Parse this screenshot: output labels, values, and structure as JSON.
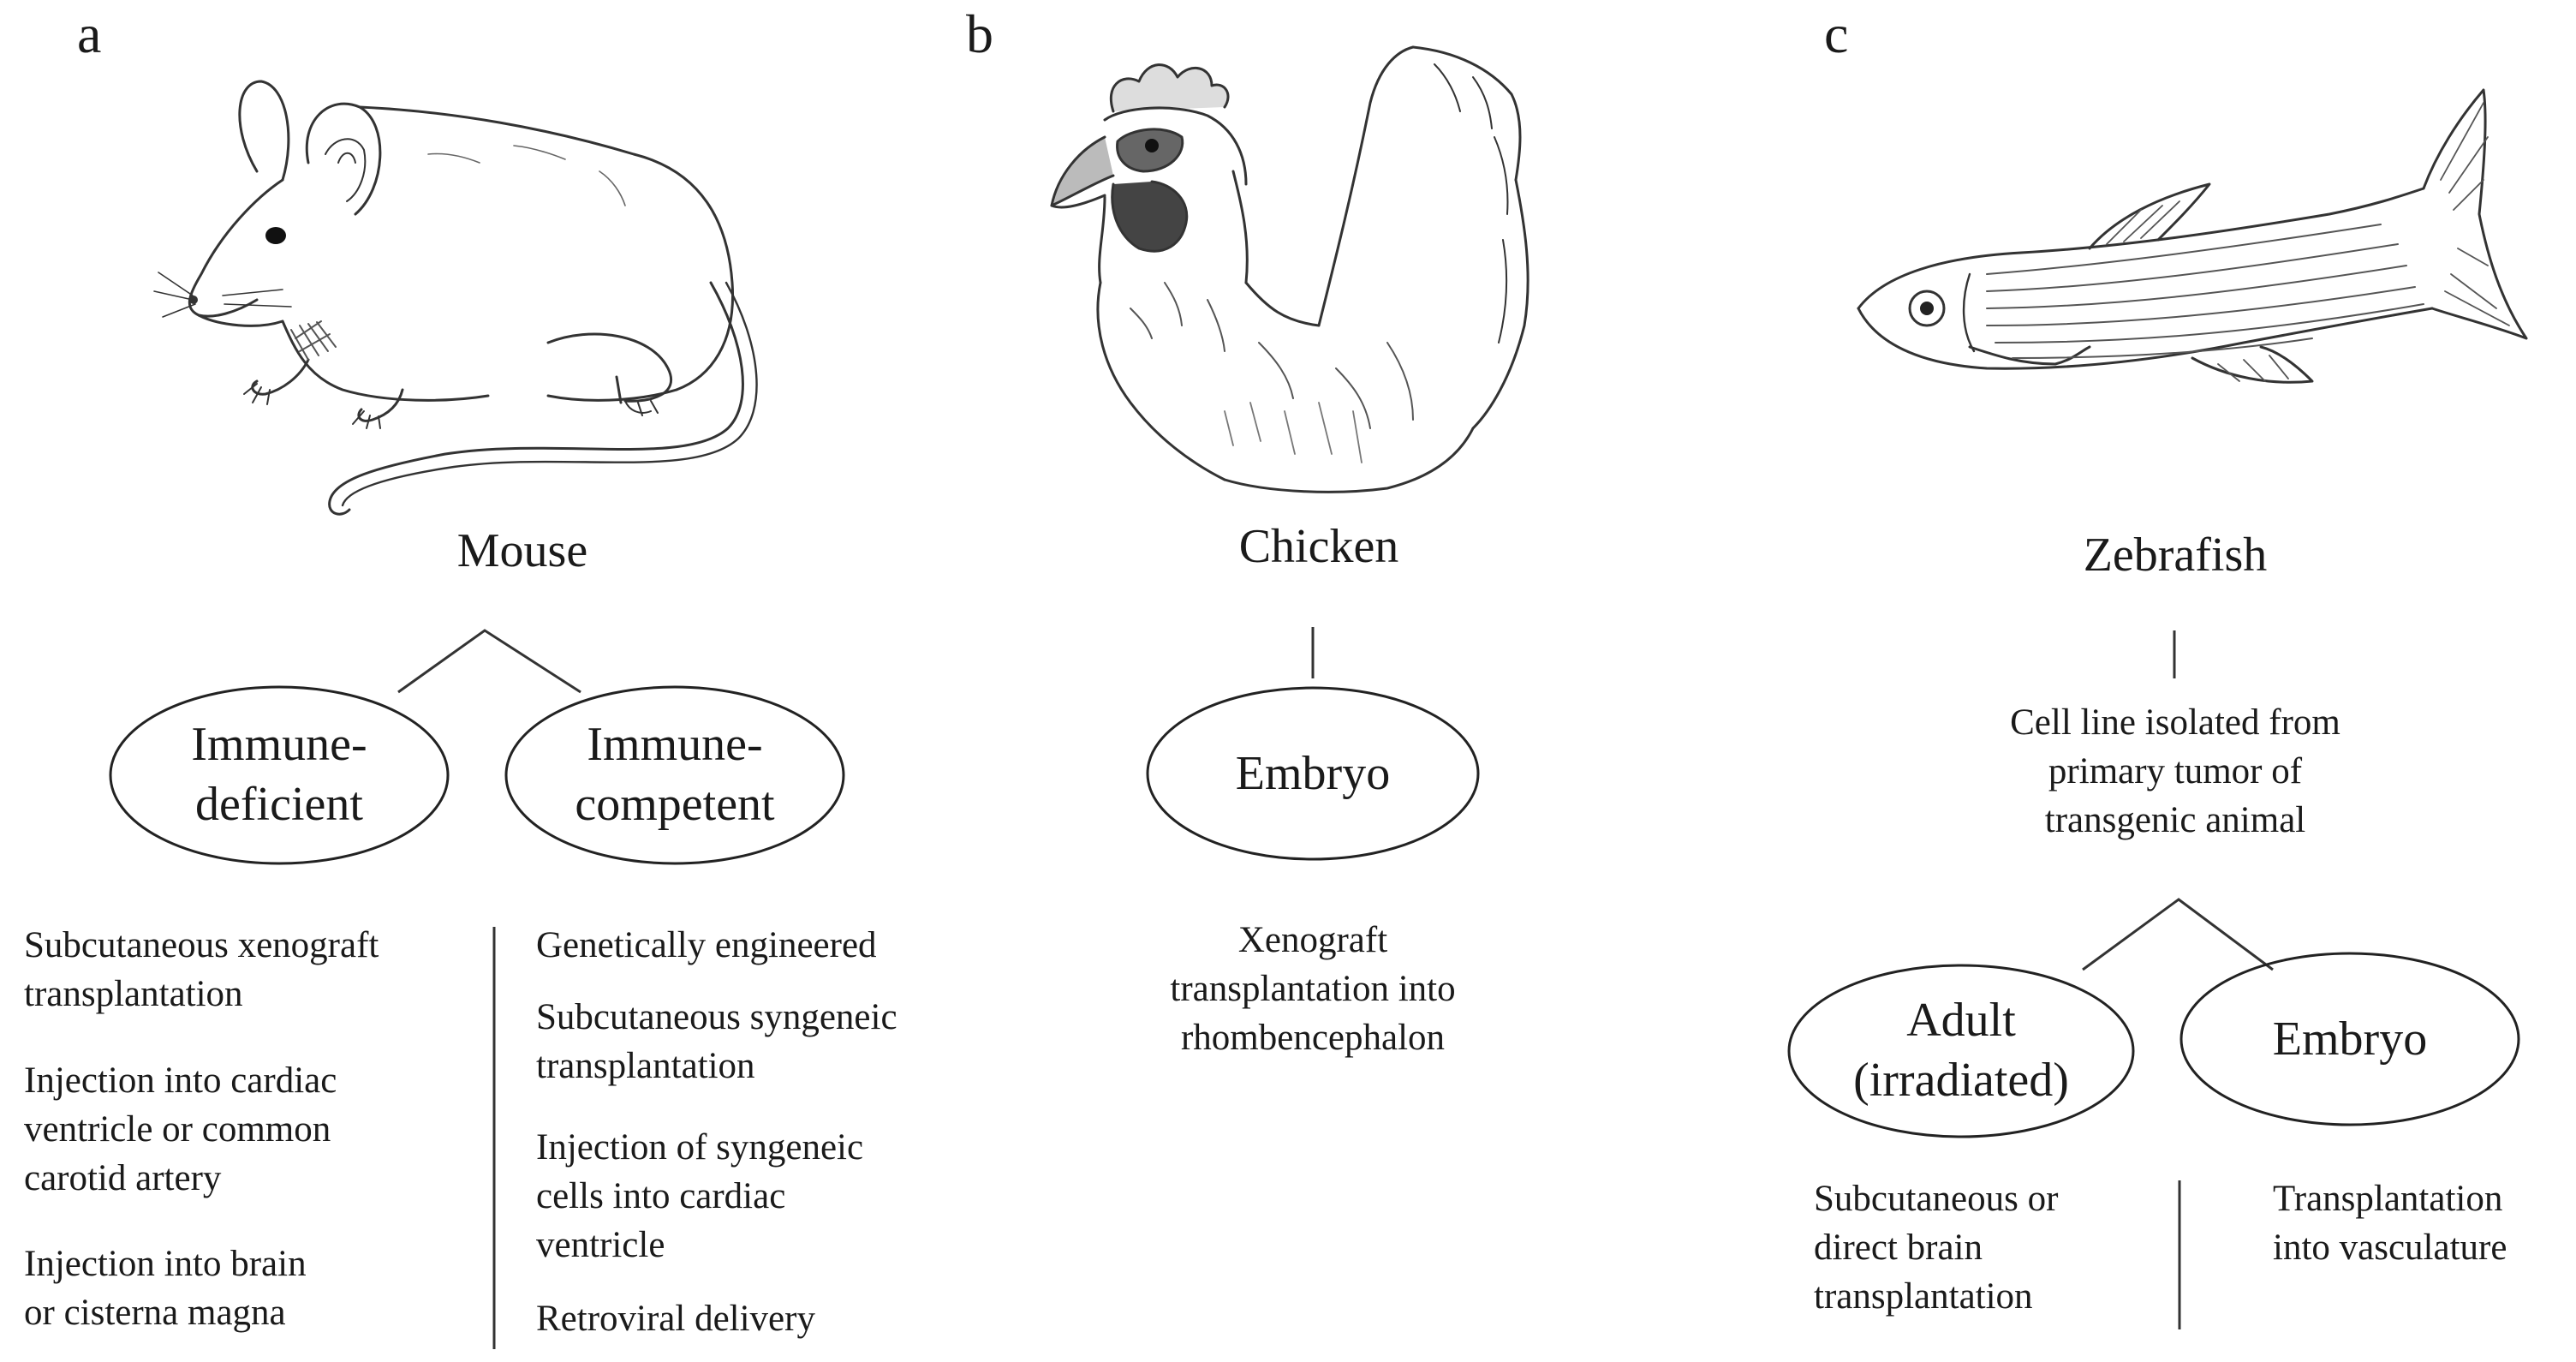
{
  "panels": {
    "a": {
      "letter": "a",
      "species": "Mouse",
      "illustration_icon": "mouse-drawing",
      "branches": [
        {
          "label_line1": "Immune-",
          "label_line2": "deficient",
          "items": [
            "Subcutaneous xenograft\ntransplantation",
            "Injection into cardiac\nventricle or common\ncarotid artery",
            "Injection into brain\nor cisterna magna"
          ]
        },
        {
          "label_line1": "Immune-",
          "label_line2": "competent",
          "items": [
            "Genetically engineered",
            "Subcutaneous syngeneic\ntransplantation",
            "Injection of syngeneic\ncells into cardiac\nventricle",
            "Retroviral delivery"
          ]
        }
      ]
    },
    "b": {
      "letter": "b",
      "species": "Chicken",
      "illustration_icon": "chicken-drawing",
      "node": "Embryo",
      "item": "Xenograft\ntransplantation into\nrhombencephalon"
    },
    "c": {
      "letter": "c",
      "species": "Zebrafish",
      "illustration_icon": "zebrafish-drawing",
      "source": "Cell line isolated  from\nprimary tumor of\ntransgenic animal",
      "branches": [
        {
          "label_line1": "Adult",
          "label_line2": "(irradiated)",
          "item": "Subcutaneous or\ndirect brain\ntransplantation"
        },
        {
          "label": "Embryo",
          "item": "Transplantation\ninto vasculature"
        }
      ]
    }
  },
  "colors": {
    "ink": "#1a1a1a",
    "shading": "#555555",
    "background": "#ffffff"
  }
}
